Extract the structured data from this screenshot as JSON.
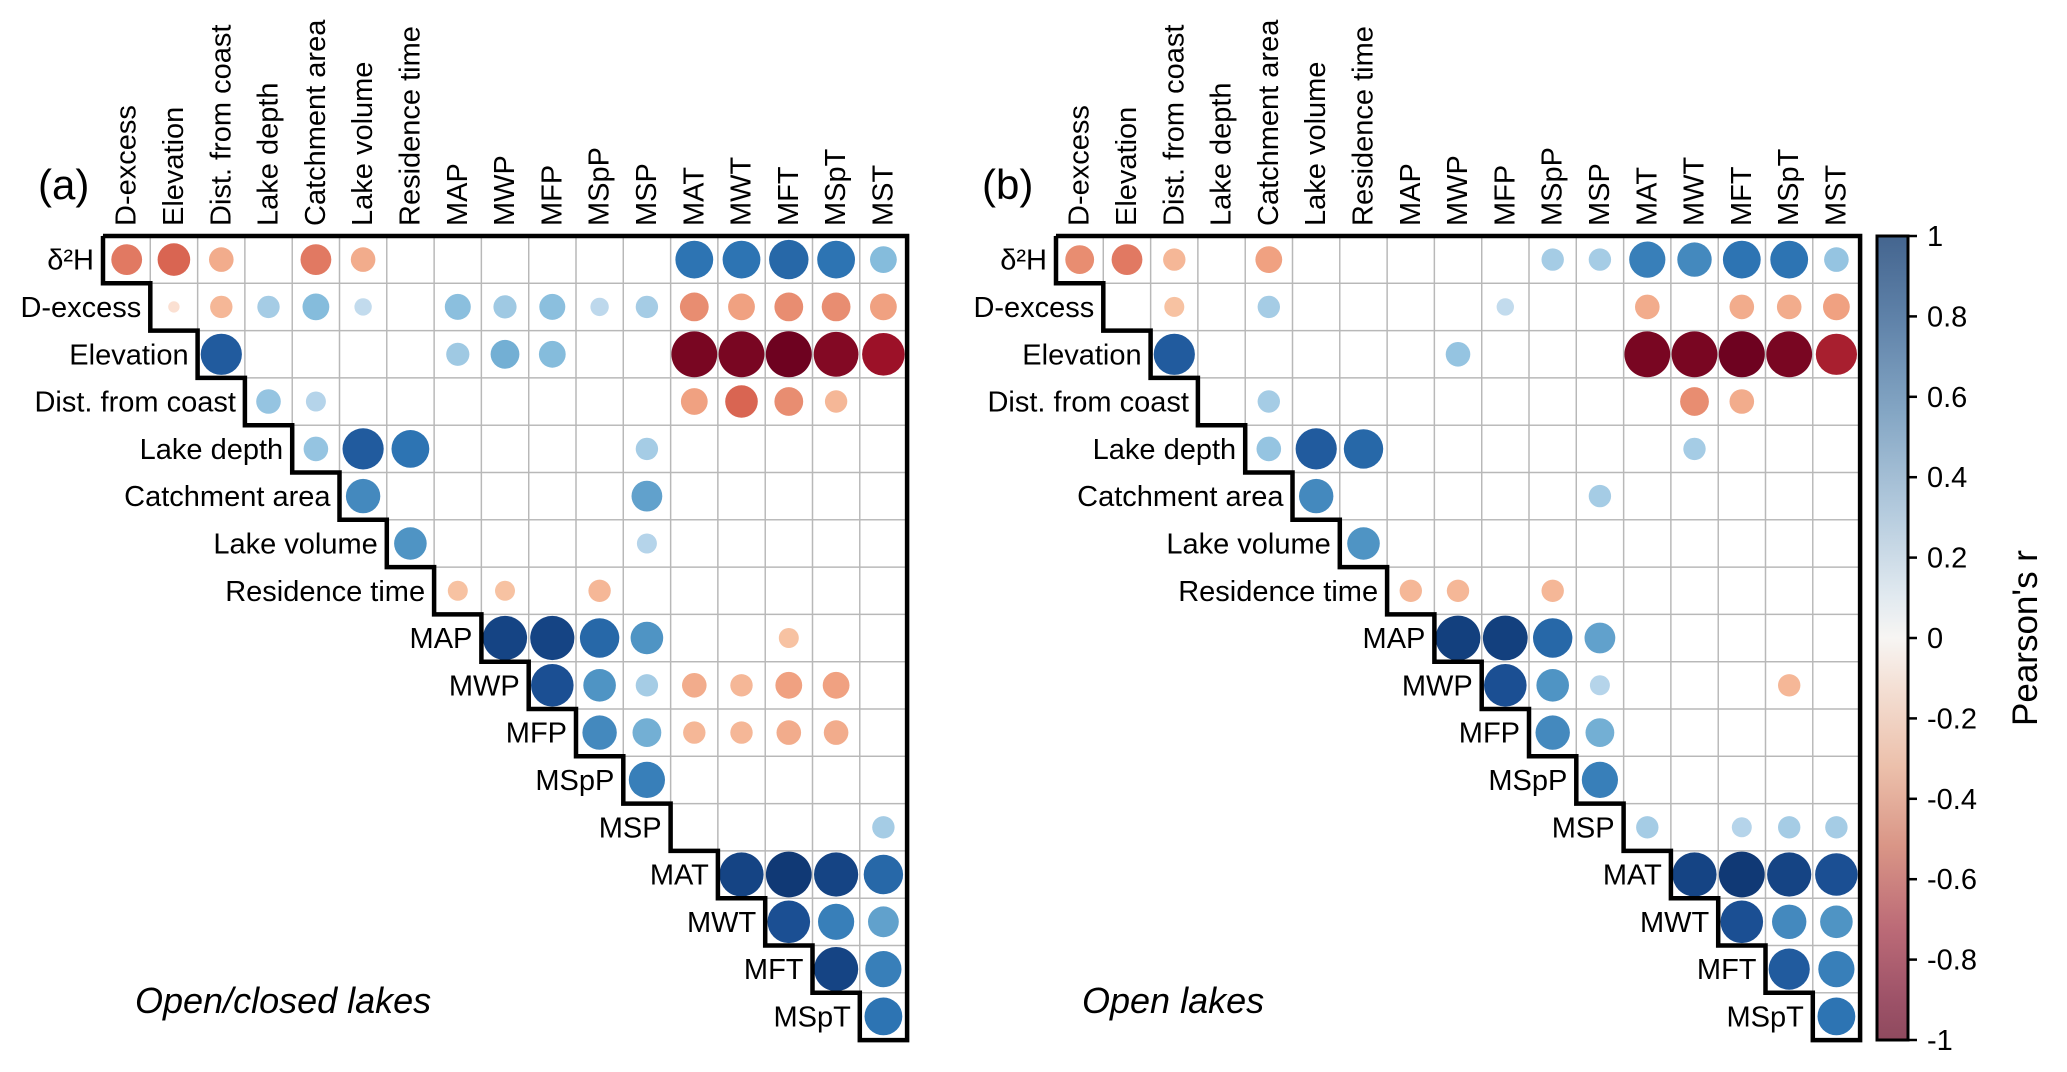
{
  "chart_data": {
    "type": "heatmap",
    "subtype": "correlation_dot_matrix_upper_triangle",
    "variables": [
      "δ²H",
      "D-excess",
      "Elevation",
      "Dist. from coast",
      "Lake depth",
      "Catchment area",
      "Lake volume",
      "Residence time",
      "MAP",
      "MWP",
      "MFP",
      "MSpP",
      "MSP",
      "MAT",
      "MWT",
      "MFT",
      "MSpT",
      "MST"
    ],
    "legend_position": "right",
    "grid": true,
    "colors": {
      "positive_max": "#0a2e66",
      "zero": "#f7f7f7",
      "negative_max": "#67001f",
      "gridline": "#b8b8b8",
      "border": "#000000"
    },
    "colorbar": {
      "label": "Pearson's r",
      "min": -1,
      "max": 1,
      "tick_labels": [
        "1",
        "0.8",
        "0.6",
        "0.4",
        "0.2",
        "0",
        "-0.2",
        "-0.4",
        "-0.6",
        "-0.8",
        "-1"
      ]
    },
    "panels": [
      {
        "letter": "(a)",
        "title": "Open/closed lakes",
        "correlations": [
          [
            "δ²H",
            "D-excess",
            -0.5
          ],
          [
            "δ²H",
            "Elevation",
            -0.55
          ],
          [
            "δ²H",
            "Dist. from coast",
            -0.35
          ],
          [
            "δ²H",
            "Catchment area",
            -0.5
          ],
          [
            "δ²H",
            "Lake volume",
            -0.35
          ],
          [
            "δ²H",
            "MAT",
            0.7
          ],
          [
            "δ²H",
            "MWT",
            0.7
          ],
          [
            "δ²H",
            "MFT",
            0.75
          ],
          [
            "δ²H",
            "MSpT",
            0.7
          ],
          [
            "δ²H",
            "MST",
            0.4
          ],
          [
            "D-excess",
            "Elevation",
            -0.1
          ],
          [
            "D-excess",
            "Dist. from coast",
            -0.3
          ],
          [
            "D-excess",
            "Lake depth",
            0.3
          ],
          [
            "D-excess",
            "Catchment area",
            0.4
          ],
          [
            "D-excess",
            "Lake volume",
            0.2
          ],
          [
            "D-excess",
            "MAP",
            0.38
          ],
          [
            "D-excess",
            "MWP",
            0.32
          ],
          [
            "D-excess",
            "MFP",
            0.38
          ],
          [
            "D-excess",
            "MSpP",
            0.22
          ],
          [
            "D-excess",
            "MSP",
            0.3
          ],
          [
            "D-excess",
            "MAT",
            -0.45
          ],
          [
            "D-excess",
            "MWT",
            -0.4
          ],
          [
            "D-excess",
            "MFT",
            -0.45
          ],
          [
            "D-excess",
            "MSpT",
            -0.45
          ],
          [
            "D-excess",
            "MST",
            -0.4
          ],
          [
            "Elevation",
            "Dist. from coast",
            0.8
          ],
          [
            "Elevation",
            "MAP",
            0.32
          ],
          [
            "Elevation",
            "MWP",
            0.45
          ],
          [
            "Elevation",
            "MFP",
            0.4
          ],
          [
            "Elevation",
            "MAT",
            -0.95
          ],
          [
            "Elevation",
            "MWT",
            -0.95
          ],
          [
            "Elevation",
            "MFT",
            -0.98
          ],
          [
            "Elevation",
            "MSpT",
            -0.92
          ],
          [
            "Elevation",
            "MST",
            -0.85
          ],
          [
            "Dist. from coast",
            "Lake depth",
            0.35
          ],
          [
            "Dist. from coast",
            "Catchment area",
            0.25
          ],
          [
            "Dist. from coast",
            "MAT",
            -0.4
          ],
          [
            "Dist. from coast",
            "MWT",
            -0.55
          ],
          [
            "Dist. from coast",
            "MFT",
            -0.45
          ],
          [
            "Dist. from coast",
            "MSpT",
            -0.3
          ],
          [
            "Lake depth",
            "Catchment area",
            0.35
          ],
          [
            "Lake depth",
            "Lake volume",
            0.8
          ],
          [
            "Lake depth",
            "Residence time",
            0.7
          ],
          [
            "Lake depth",
            "MSP",
            0.3
          ],
          [
            "Catchment area",
            "Lake volume",
            0.6
          ],
          [
            "Catchment area",
            "MSP",
            0.5
          ],
          [
            "Lake volume",
            "Residence time",
            0.55
          ],
          [
            "Lake volume",
            "MSP",
            0.25
          ],
          [
            "Residence time",
            "MAP",
            -0.25
          ],
          [
            "Residence time",
            "MWP",
            -0.25
          ],
          [
            "Residence time",
            "MSpP",
            -0.3
          ],
          [
            "MAP",
            "MWP",
            0.9
          ],
          [
            "MAP",
            "MFP",
            0.9
          ],
          [
            "MAP",
            "MSpP",
            0.75
          ],
          [
            "MAP",
            "MSP",
            0.55
          ],
          [
            "MAP",
            "MFT",
            -0.25
          ],
          [
            "MWP",
            "MFP",
            0.85
          ],
          [
            "MWP",
            "MSpP",
            0.55
          ],
          [
            "MWP",
            "MSP",
            0.3
          ],
          [
            "MWP",
            "MAT",
            -0.35
          ],
          [
            "MWP",
            "MWT",
            -0.3
          ],
          [
            "MWP",
            "MFT",
            -0.4
          ],
          [
            "MWP",
            "MSpT",
            -0.4
          ],
          [
            "MFP",
            "MSpP",
            0.6
          ],
          [
            "MFP",
            "MSP",
            0.45
          ],
          [
            "MFP",
            "MAT",
            -0.3
          ],
          [
            "MFP",
            "MWT",
            -0.3
          ],
          [
            "MFP",
            "MFT",
            -0.35
          ],
          [
            "MFP",
            "MSpT",
            -0.35
          ],
          [
            "MSpP",
            "MSP",
            0.65
          ],
          [
            "MSP",
            "MST",
            0.3
          ],
          [
            "MAT",
            "MWT",
            0.9
          ],
          [
            "MAT",
            "MFT",
            0.95
          ],
          [
            "MAT",
            "MSpT",
            0.9
          ],
          [
            "MAT",
            "MST",
            0.75
          ],
          [
            "MWT",
            "MFT",
            0.85
          ],
          [
            "MWT",
            "MSpT",
            0.65
          ],
          [
            "MWT",
            "MST",
            0.5
          ],
          [
            "MFT",
            "MSpT",
            0.9
          ],
          [
            "MFT",
            "MST",
            0.65
          ],
          [
            "MSpT",
            "MST",
            0.7
          ]
        ]
      },
      {
        "letter": "(b)",
        "title": "Open lakes",
        "correlations": [
          [
            "δ²H",
            "D-excess",
            -0.45
          ],
          [
            "δ²H",
            "Elevation",
            -0.5
          ],
          [
            "δ²H",
            "Dist. from coast",
            -0.3
          ],
          [
            "δ²H",
            "Catchment area",
            -0.4
          ],
          [
            "δ²H",
            "MSpP",
            0.3
          ],
          [
            "δ²H",
            "MSP",
            0.3
          ],
          [
            "δ²H",
            "MAT",
            0.65
          ],
          [
            "δ²H",
            "MWT",
            0.6
          ],
          [
            "δ²H",
            "MFT",
            0.7
          ],
          [
            "δ²H",
            "MSpT",
            0.7
          ],
          [
            "δ²H",
            "MST",
            0.35
          ],
          [
            "D-excess",
            "Dist. from coast",
            -0.25
          ],
          [
            "D-excess",
            "Catchment area",
            0.3
          ],
          [
            "D-excess",
            "MFP",
            0.2
          ],
          [
            "D-excess",
            "MAT",
            -0.35
          ],
          [
            "D-excess",
            "MFT",
            -0.35
          ],
          [
            "D-excess",
            "MSpT",
            -0.35
          ],
          [
            "D-excess",
            "MST",
            -0.4
          ],
          [
            "Elevation",
            "Dist. from coast",
            0.8
          ],
          [
            "Elevation",
            "MWP",
            0.35
          ],
          [
            "Elevation",
            "MAT",
            -0.95
          ],
          [
            "Elevation",
            "MWT",
            -0.95
          ],
          [
            "Elevation",
            "MFT",
            -0.98
          ],
          [
            "Elevation",
            "MSpT",
            -0.95
          ],
          [
            "Elevation",
            "MST",
            -0.8
          ],
          [
            "Dist. from coast",
            "Catchment area",
            0.3
          ],
          [
            "Dist. from coast",
            "MWT",
            -0.45
          ],
          [
            "Dist. from coast",
            "MFT",
            -0.35
          ],
          [
            "Lake depth",
            "Catchment area",
            0.35
          ],
          [
            "Lake depth",
            "Lake volume",
            0.8
          ],
          [
            "Lake depth",
            "Residence time",
            0.75
          ],
          [
            "Lake depth",
            "MWT",
            0.3
          ],
          [
            "Catchment area",
            "Lake volume",
            0.6
          ],
          [
            "Catchment area",
            "MSP",
            0.3
          ],
          [
            "Lake volume",
            "Residence time",
            0.55
          ],
          [
            "Residence time",
            "MAP",
            -0.3
          ],
          [
            "Residence time",
            "MWP",
            -0.3
          ],
          [
            "Residence time",
            "MSpP",
            -0.3
          ],
          [
            "MAP",
            "MWP",
            0.92
          ],
          [
            "MAP",
            "MFP",
            0.92
          ],
          [
            "MAP",
            "MSpP",
            0.75
          ],
          [
            "MAP",
            "MSP",
            0.5
          ],
          [
            "MWP",
            "MFP",
            0.85
          ],
          [
            "MWP",
            "MSpP",
            0.55
          ],
          [
            "MWP",
            "MSP",
            0.25
          ],
          [
            "MWP",
            "MSpT",
            -0.3
          ],
          [
            "MFP",
            "MSpP",
            0.6
          ],
          [
            "MFP",
            "MSP",
            0.45
          ],
          [
            "MSpP",
            "MSP",
            0.65
          ],
          [
            "MSP",
            "MAT",
            0.3
          ],
          [
            "MSP",
            "MFT",
            0.25
          ],
          [
            "MSP",
            "MSpT",
            0.3
          ],
          [
            "MSP",
            "MST",
            0.3
          ],
          [
            "MAT",
            "MWT",
            0.9
          ],
          [
            "MAT",
            "MFT",
            0.95
          ],
          [
            "MAT",
            "MSpT",
            0.9
          ],
          [
            "MAT",
            "MST",
            0.85
          ],
          [
            "MWT",
            "MFT",
            0.85
          ],
          [
            "MWT",
            "MSpT",
            0.6
          ],
          [
            "MWT",
            "MST",
            0.55
          ],
          [
            "MFT",
            "MSpT",
            0.8
          ],
          [
            "MFT",
            "MST",
            0.65
          ],
          [
            "MSpT",
            "MST",
            0.7
          ]
        ]
      }
    ]
  }
}
